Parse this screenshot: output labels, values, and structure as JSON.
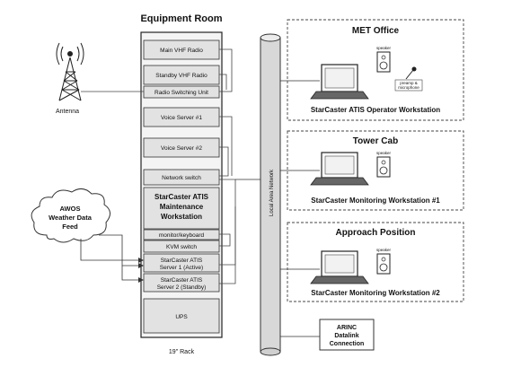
{
  "equipment_room": {
    "title": "Equipment Room",
    "rack_label": "19\" Rack",
    "units": {
      "main_vhf": "Main VHF Radio",
      "standby_vhf": "Standby VHF Radio",
      "radio_switching": "Radio Switching Unit",
      "voice1": "Voice Server #1",
      "voice2": "Voice Server #2",
      "network_switch": "Network switch",
      "maint_line1": "StarCaster ATIS",
      "maint_line2": "Maintenance",
      "maint_line3": "Workstation",
      "monitor_kbd": "monitor/keyboard",
      "kvm": "KVM switch",
      "server1_line1": "StarCaster ATIS",
      "server1_line2": "Server 1 (Active)",
      "server2_line1": "StarCaster ATIS",
      "server2_line2": "Server 2 (Standby)",
      "ups": "UPS"
    }
  },
  "antenna_label": "Antenna",
  "awos": {
    "line1": "AWOS",
    "line2": "Weather Data",
    "line3": "Feed"
  },
  "lan_label": "Local Area Network",
  "met_office": {
    "title": "MET Office",
    "workstation": "StarCaster ATIS Operator Workstation",
    "speaker": "speaker",
    "mic1": "preamp &",
    "mic2": "microphone"
  },
  "tower_cab": {
    "title": "Tower Cab",
    "workstation": "StarCaster Monitoring Workstation #1",
    "speaker": "speaker"
  },
  "approach": {
    "title": "Approach Position",
    "workstation": "StarCaster Monitoring Workstation #2",
    "speaker": "speaker"
  },
  "arinc": {
    "line1": "ARINC",
    "line2": "Datalink",
    "line3": "Connection"
  }
}
